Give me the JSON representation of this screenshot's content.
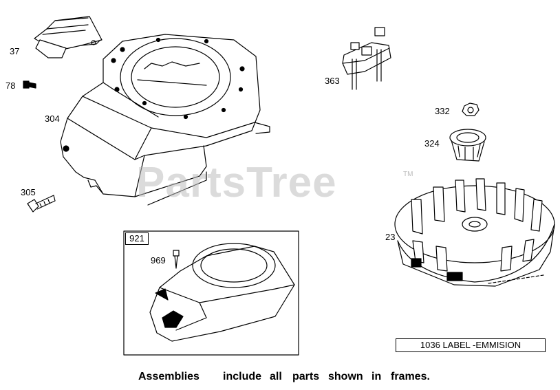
{
  "watermark": {
    "text": "PartsTree",
    "trademark": "TM"
  },
  "callouts": {
    "c37": "37",
    "c78": "78",
    "c304": "304",
    "c305": "305",
    "c363": "363",
    "c332": "332",
    "c324": "324",
    "c23": "23",
    "c969": "969"
  },
  "assembly_frame": {
    "number": "921"
  },
  "label_box": "1036 LABEL -EMMISION",
  "footer": {
    "w1": "Assemblies",
    "w2": "include",
    "w3": "all",
    "w4": "parts",
    "w5": "shown",
    "w6": "in",
    "w7": "frames."
  },
  "colors": {
    "line": "#000000",
    "watermark": "#bebebe",
    "background": "#ffffff"
  }
}
